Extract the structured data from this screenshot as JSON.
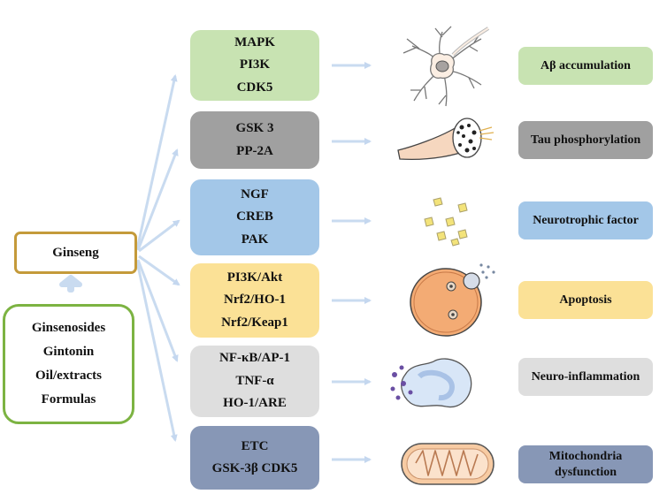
{
  "source": {
    "label": "Ginseng",
    "components": [
      "Ginsenosides",
      "Gintonin",
      "Oil/extracts",
      "Formulas"
    ]
  },
  "pathways": [
    {
      "items": [
        "MAPK",
        "PI3K",
        "CDK5"
      ],
      "color": "#c8e3b2",
      "outcome": "Aβ accumulation",
      "outcome_color": "#c8e3b2",
      "icon": "neuron-icon"
    },
    {
      "items": [
        "GSK 3",
        "PP-2A"
      ],
      "color": "#a0a0a0",
      "outcome": "Tau phosphorylation",
      "outcome_color": "#a0a0a0",
      "icon": "axon-section-icon"
    },
    {
      "items": [
        "NGF",
        "CREB",
        "PAK"
      ],
      "color": "#a3c7e8",
      "outcome": "Neurotrophic factor",
      "outcome_color": "#a3c7e8",
      "icon": "neurotrophic-particles-icon"
    },
    {
      "items": [
        "PI3K/Akt",
        "Nrf2/HO-1",
        "Nrf2/Keap1"
      ],
      "color": "#fbe196",
      "outcome": "Apoptosis",
      "outcome_color": "#fbe196",
      "icon": "apoptotic-cell-icon"
    },
    {
      "items": [
        "NF-κB/AP-1",
        "TNF-α",
        "HO-1/ARE"
      ],
      "color": "#dedede",
      "outcome": "Neuro-inflammation",
      "outcome_color": "#dedede",
      "icon": "microglia-icon"
    },
    {
      "items": [
        "ETC",
        "GSK-3β CDK5"
      ],
      "color": "#8797b6",
      "outcome": "Mitochondria dysfunction",
      "outcome_color": "#8797b6",
      "icon": "mitochondria-icon"
    }
  ]
}
